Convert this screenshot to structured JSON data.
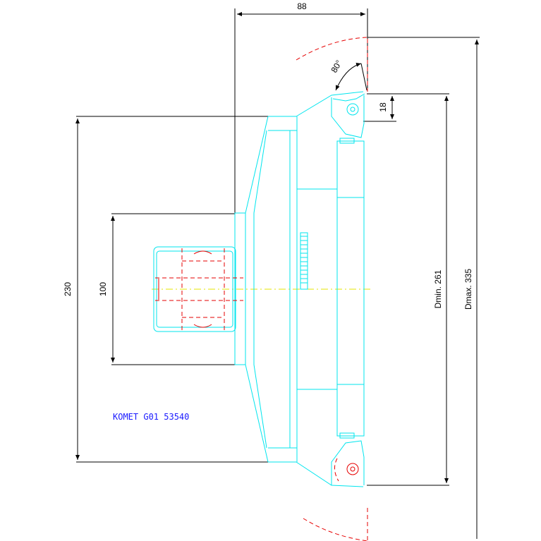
{
  "drawing": {
    "title": "KOMET G01 53540",
    "dimensions": {
      "width_top": "88",
      "angle": "80°",
      "offset": "18",
      "height_outer": "230",
      "height_inner": "100",
      "dmin": "Dmin. 261",
      "dmax": "Dmax. 335"
    },
    "colors": {
      "outline": "#00e5ee",
      "hidden": "#e60000",
      "centerline": "#e6e600",
      "dimension": "#000000",
      "title": "#1a1aff"
    }
  }
}
